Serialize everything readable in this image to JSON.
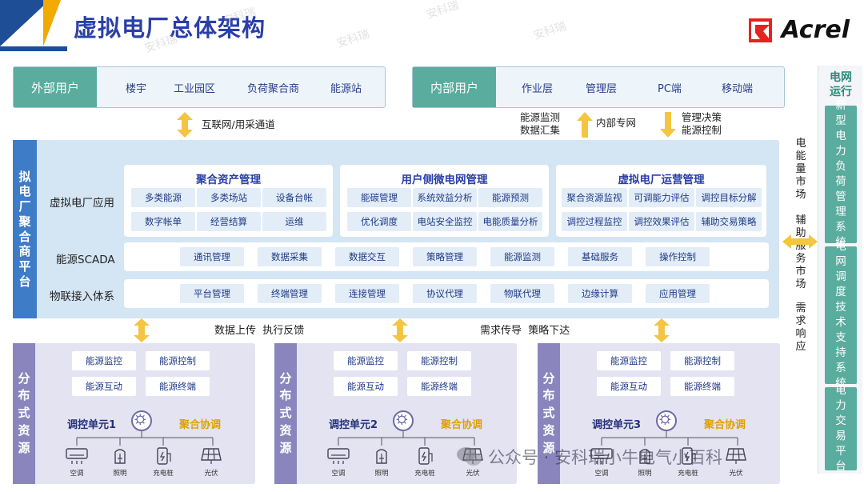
{
  "title": "虚拟电厂总体架构",
  "logo": "Acrel",
  "colors": {
    "navy": "#1d4e96",
    "gold": "#f2a900",
    "teal": "#5aac9e",
    "blue": "#3f7cc7",
    "purple": "#8a86bd",
    "logo_red": "#e52321"
  },
  "external": {
    "label": "外部用户",
    "items": [
      "楼宇",
      "工业园区",
      "负荷聚合商",
      "能源站"
    ]
  },
  "internal": {
    "label": "内部用户",
    "items": [
      "作业层",
      "管理层",
      "PC端",
      "移动端"
    ]
  },
  "links": {
    "external": "互联网/用采通道",
    "internal_left": [
      "能源监测",
      "数据汇集"
    ],
    "internal_mid": "内部专网",
    "internal_right": [
      "管理决策",
      "能源控制"
    ]
  },
  "platform": {
    "label": [
      "拟",
      "电",
      "厂",
      "聚",
      "合",
      "商",
      "平",
      "台"
    ],
    "app_label": "虚拟电厂应用",
    "groups": [
      {
        "title": "聚合资产管理",
        "items": [
          "多类能源",
          "多类场站",
          "设备台帐",
          "数字帐单",
          "经营结算",
          "运维"
        ]
      },
      {
        "title": "用户侧微电网管理",
        "items": [
          "能碳管理",
          "系统效益分析",
          "能源预测",
          "优化调度",
          "电站安全监控",
          "电能质量分析"
        ]
      },
      {
        "title": "虚拟电厂运营管理",
        "items": [
          "聚合资源监视",
          "可调能力评估",
          "调控目标分解",
          "调控过程监控",
          "调控效果评估",
          "辅助交易策略"
        ]
      }
    ],
    "scada": {
      "label": "能源SCADA",
      "items": [
        "通讯管理",
        "数据采集",
        "数据交互",
        "策略管理",
        "能源监测",
        "基础服务",
        "操作控制"
      ]
    },
    "iot": {
      "label": "物联接入体系",
      "items": [
        "平台管理",
        "终端管理",
        "连接管理",
        "协议代理",
        "物联代理",
        "边缘计算",
        "应用管理"
      ]
    }
  },
  "lower_links": {
    "left": "数据上传  执行反馈",
    "right": "需求传导  策略下达"
  },
  "markets": {
    "top": [
      "电",
      "能",
      "量",
      "市",
      "场"
    ],
    "mid": [
      "辅",
      "助",
      "服",
      "务",
      "市",
      "场"
    ],
    "bottom": [
      "需",
      "求",
      "响",
      "应"
    ]
  },
  "grid": {
    "head": [
      "电网",
      "运行"
    ],
    "cells": [
      [
        "新",
        "型",
        "电",
        "力",
        "负",
        "荷",
        "管",
        "理",
        "系",
        "统"
      ],
      [
        "电",
        "网",
        "调",
        "度",
        "技",
        "术",
        "支",
        "持",
        "系",
        "统"
      ],
      [
        "电",
        "力",
        "交",
        "易",
        "平",
        "台"
      ]
    ]
  },
  "distributed": {
    "label": [
      "分",
      "布",
      "式",
      "资",
      "源"
    ],
    "cells": [
      "能源监控",
      "能源控制",
      "能源互动",
      "能源终端"
    ],
    "coordination": "聚合协调",
    "units": [
      "调控单元1",
      "调控单元2",
      "调控单元3"
    ],
    "devices": [
      {
        "icon": "air-conditioner-icon",
        "label": "空调"
      },
      {
        "icon": "lighting-icon",
        "label": "照明"
      },
      {
        "icon": "charging-pile-icon",
        "label": "充电桩"
      },
      {
        "icon": "solar-panel-icon",
        "label": "光伏"
      }
    ]
  },
  "watermarks": [
    "安科瑞"
  ],
  "wechat_text": "公众号 · 安科瑞小牛电气小百科"
}
